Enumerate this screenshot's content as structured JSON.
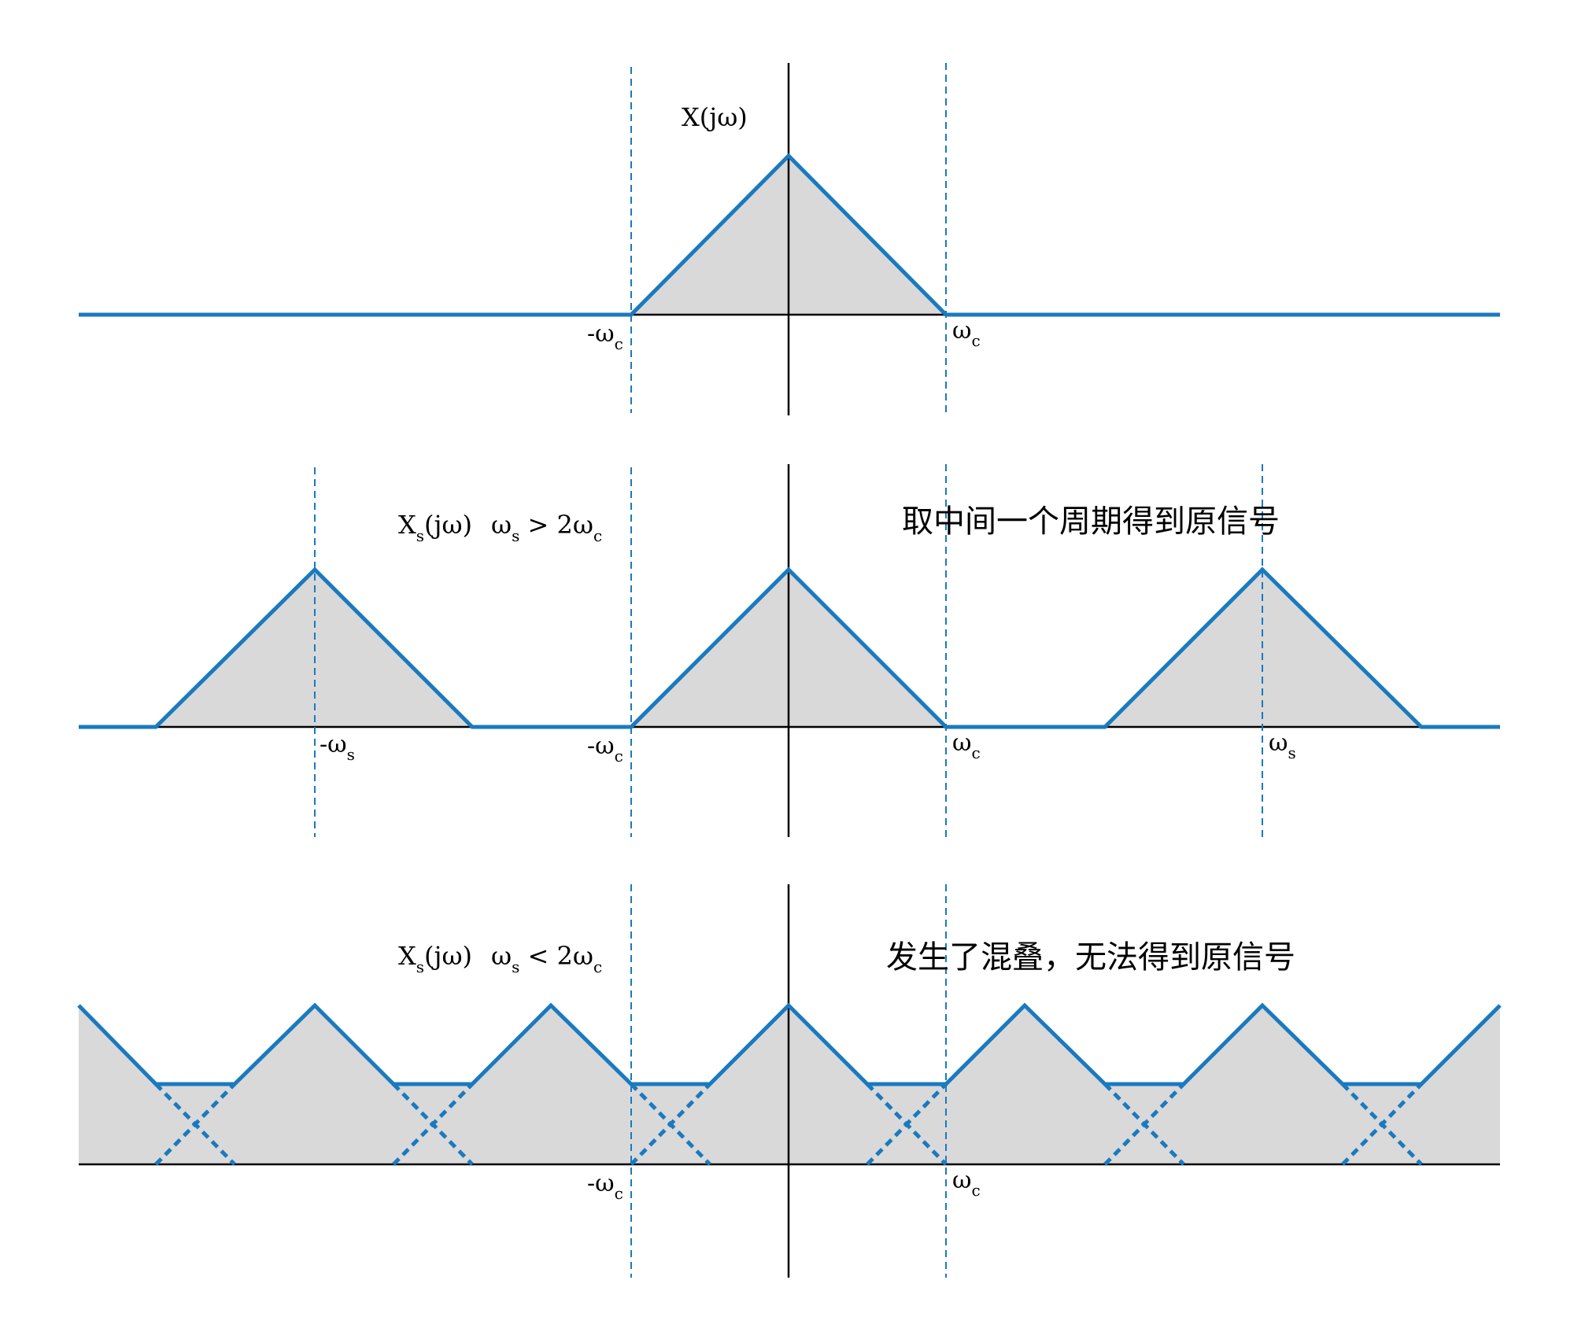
{
  "colors": {
    "curve": "#1a7abf",
    "fill": "#d9d9d9",
    "axis": "#000000",
    "guide": "#1a7abf",
    "background": "#ffffff"
  },
  "panels": [
    {
      "id": "original",
      "label": {
        "base": "X",
        "sub": "",
        "rest": "(jω)"
      },
      "condition": null,
      "note": "",
      "tick_labels": [
        {
          "pos": "neg_wc",
          "text": "-ω",
          "sub": "c"
        },
        {
          "pos": "wc",
          "text": "ω",
          "sub": "c"
        }
      ]
    },
    {
      "id": "sampled-no-aliasing",
      "label": {
        "base": "X",
        "sub": "s",
        "rest": "(jω)"
      },
      "condition": {
        "lhs": "ω",
        "lhs_sub": "s",
        "op": " > 2ω",
        "rhs_sub": "c"
      },
      "note": "取中间一个周期得到原信号",
      "tick_labels": [
        {
          "pos": "neg_ws",
          "text": "-ω",
          "sub": "s"
        },
        {
          "pos": "neg_wc",
          "text": "-ω",
          "sub": "c"
        },
        {
          "pos": "wc",
          "text": "ω",
          "sub": "c"
        },
        {
          "pos": "ws",
          "text": "ω",
          "sub": "s"
        }
      ]
    },
    {
      "id": "sampled-aliasing",
      "label": {
        "base": "X",
        "sub": "s",
        "rest": "(jω)"
      },
      "condition": {
        "lhs": "ω",
        "lhs_sub": "s",
        "op": " < 2ω",
        "rhs_sub": "c"
      },
      "note": "发生了混叠，无法得到原信号",
      "tick_labels": [
        {
          "pos": "neg_wc",
          "text": "-ω",
          "sub": "c"
        },
        {
          "pos": "wc",
          "text": "ω",
          "sub": "c"
        }
      ]
    }
  ]
}
